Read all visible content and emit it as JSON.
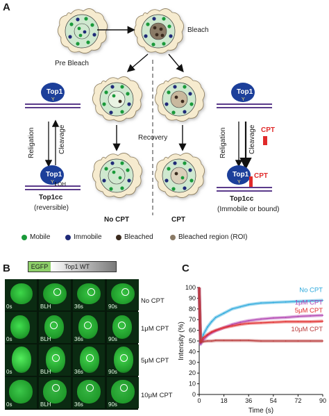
{
  "panel_a": {
    "letter": "A",
    "pre_bleach": "Pre Bleach",
    "bleach": "Bleach",
    "recovery": "Recovery",
    "no_cpt": "No CPT",
    "cpt": "CPT",
    "left_scheme": {
      "top1": "Top1",
      "religation": "Religation",
      "cleavage": "Cleavage",
      "oh": "OH",
      "y": "Y",
      "top1cc": "Top1cc",
      "caption": "(reversible)"
    },
    "right_scheme": {
      "top1": "Top1",
      "religation": "Religation",
      "cleavage": "Cleavage",
      "cpt_drug": "CPT",
      "cpt_bound": "CPT",
      "y": "Y",
      "top1cc": "Top1cc",
      "caption": "(Immobile or bound)"
    },
    "legend": [
      {
        "label": "Mobile",
        "color": "#1a9a3a"
      },
      {
        "label": "Immobile",
        "color": "#1f2a78"
      },
      {
        "label": "Bleached",
        "color": "#3a2a1e"
      },
      {
        "label": "Bleached region (ROI)",
        "color": "#8a7a66"
      }
    ]
  },
  "panel_b": {
    "letter": "B",
    "construct": {
      "tag": "EGFP",
      "protein": "Top1 WT"
    },
    "timepoints": [
      "0s",
      "BLH",
      "36s",
      "90s"
    ],
    "rows": [
      "No CPT",
      "1μM CPT",
      "5μM CPT",
      "10μM CPT"
    ]
  },
  "panel_c": {
    "letter": "C",
    "chart_data": {
      "type": "line",
      "xlabel": "Time (s)",
      "ylabel": "Intensity (%)",
      "xlim": [
        0,
        90
      ],
      "ylim": [
        0,
        100
      ],
      "xticks": [
        0,
        18,
        36,
        54,
        72,
        90
      ],
      "yticks": [
        0,
        10,
        20,
        30,
        40,
        50,
        60,
        70,
        80,
        90,
        100
      ],
      "series": [
        {
          "name": "No CPT",
          "color": "#2aa8dc",
          "x": [
            0,
            1,
            3,
            6,
            9,
            12,
            18,
            24,
            30,
            36,
            45,
            54,
            63,
            72,
            81,
            90
          ],
          "y": [
            100,
            48,
            56,
            63,
            68,
            72,
            76,
            80,
            82,
            84,
            85.5,
            86,
            86.5,
            87,
            87.5,
            88
          ]
        },
        {
          "name": "1μM CPT",
          "color": "#b040b0",
          "x": [
            0,
            1,
            3,
            6,
            9,
            12,
            18,
            24,
            30,
            36,
            45,
            54,
            63,
            72,
            81,
            90
          ],
          "y": [
            100,
            47,
            51,
            55,
            57.5,
            59.5,
            62.5,
            65.5,
            67.5,
            69,
            70.5,
            71.5,
            72,
            73,
            73.5,
            74
          ]
        },
        {
          "name": "5μM CPT",
          "color": "#e02a2a",
          "x": [
            0,
            1,
            3,
            6,
            9,
            12,
            18,
            24,
            30,
            36,
            45,
            54,
            63,
            72,
            81,
            90
          ],
          "y": [
            100,
            49,
            53,
            56,
            58.5,
            60,
            62.5,
            64,
            65.5,
            66.5,
            67,
            67.5,
            68,
            68,
            68,
            68.5
          ]
        },
        {
          "name": "10μM CPT",
          "color": "#b83838",
          "x": [
            0,
            1,
            3,
            6,
            9,
            12,
            18,
            24,
            30,
            36,
            45,
            54,
            63,
            72,
            81,
            90
          ],
          "y": [
            100,
            49,
            49.5,
            50,
            50,
            50.5,
            50.5,
            50.5,
            50.5,
            50.5,
            50,
            50,
            50,
            50,
            50,
            50
          ]
        }
      ],
      "legend_placement": "right, next to each curve"
    }
  }
}
